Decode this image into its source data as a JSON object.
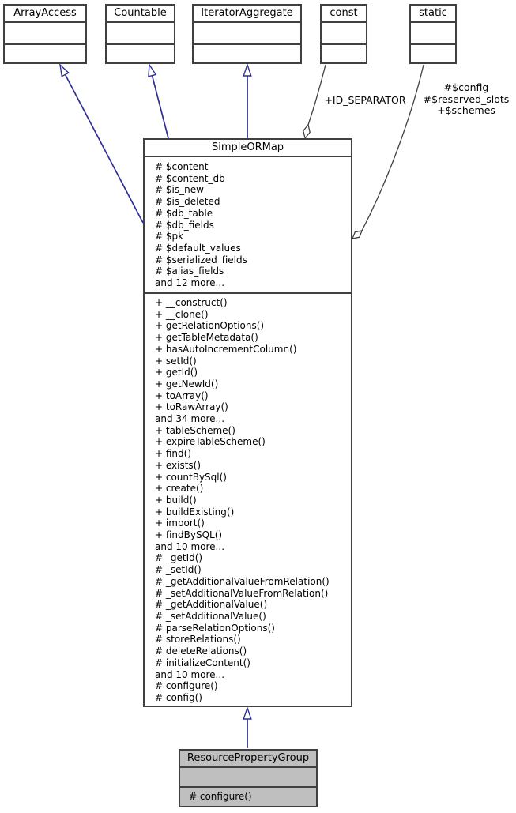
{
  "diagram": {
    "kind": "uml-class-inheritance-graph",
    "classes": {
      "array_access": {
        "name": "ArrayAccess"
      },
      "countable": {
        "name": "Countable"
      },
      "iterator_aggregate": {
        "name": "IteratorAggregate"
      },
      "const_box": {
        "name": "const"
      },
      "static_box": {
        "name": "static"
      },
      "simple_or_map": {
        "name": "SimpleORMap",
        "attributes": [
          "# $content",
          "# $content_db",
          "# $is_new",
          "# $is_deleted",
          "# $db_table",
          "# $db_fields",
          "# $pk",
          "# $default_values",
          "# $serialized_fields",
          "# $alias_fields",
          "and 12 more..."
        ],
        "methods": [
          "+ __construct()",
          "+ __clone()",
          "+ getRelationOptions()",
          "+ getTableMetadata()",
          "+ hasAutoIncrementColumn()",
          "+ setId()",
          "+ getId()",
          "+ getNewId()",
          "+ toArray()",
          "+ toRawArray()",
          "and 34 more...",
          "+ tableScheme()",
          "+ expireTableScheme()",
          "+ find()",
          "+ exists()",
          "+ countBySql()",
          "+ create()",
          "+ build()",
          "+ buildExisting()",
          "+ import()",
          "+ findBySQL()",
          "and 10 more...",
          "# _getId()",
          "# _setId()",
          "# _getAdditionalValueFromRelation()",
          "# _setAdditionalValueFromRelation()",
          "# _getAdditionalValue()",
          "# _setAdditionalValue()",
          "# parseRelationOptions()",
          "# storeRelations()",
          "# deleteRelations()",
          "# initializeContent()",
          "and 10 more...",
          "# configure()",
          "# config()"
        ]
      },
      "resource_property_group": {
        "name": "ResourcePropertyGroup",
        "methods": [
          "# configure()"
        ]
      }
    },
    "edge_labels": {
      "const_edge": "+ID_SEPARATOR",
      "static_edge": [
        "#$config",
        "#$reserved_slots",
        "+$schemes"
      ]
    },
    "relations": [
      {
        "from": "SimpleORMap",
        "to": "ArrayAccess",
        "type": "public-inheritance"
      },
      {
        "from": "SimpleORMap",
        "to": "Countable",
        "type": "public-inheritance"
      },
      {
        "from": "SimpleORMap",
        "to": "IteratorAggregate",
        "type": "public-inheritance"
      },
      {
        "from": "const",
        "to": "SimpleORMap",
        "type": "aggregation",
        "label": "+ID_SEPARATOR"
      },
      {
        "from": "static",
        "to": "SimpleORMap",
        "type": "aggregation",
        "label": "#$config #$reserved_slots +$schemes"
      },
      {
        "from": "ResourcePropertyGroup",
        "to": "SimpleORMap",
        "type": "public-inheritance"
      }
    ],
    "colors": {
      "inheritance_edge": "#2f2f91",
      "usage_edge": "#404040",
      "node_border": "#404040",
      "node_fill": "#ffffff",
      "highlight_node_fill": "#bfbfbf",
      "background": "#ffffff"
    }
  }
}
